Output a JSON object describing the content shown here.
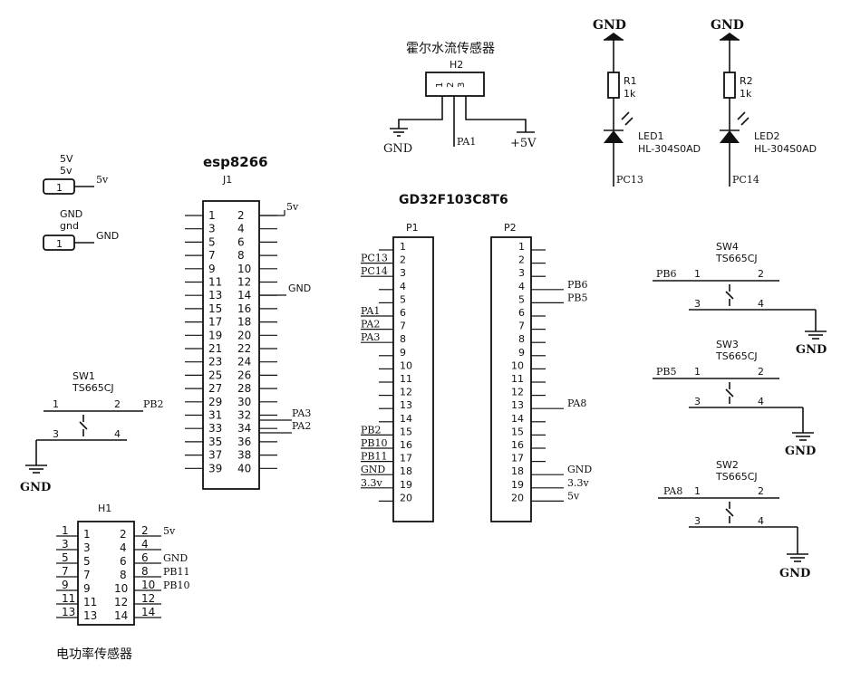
{
  "power": {
    "p5v": {
      "title": "5V",
      "sub": "5v",
      "pin": "1",
      "net": "5v"
    },
    "gnd": {
      "title": "GND",
      "sub": "gnd",
      "pin": "1",
      "net": "GND"
    }
  },
  "esp": {
    "title": "esp8266",
    "ref": "J1",
    "gnd_net": "GND",
    "v5_net": "5v",
    "pa3_net": "PA3",
    "pa2_net": "PA2"
  },
  "mcu": {
    "title": "GD32F103C8T6",
    "p1": "P1",
    "p2": "P2"
  },
  "hall": {
    "title": "霍尔水流传感器",
    "ref": "H2",
    "pins": [
      "1",
      "2",
      "3"
    ],
    "gnd": "GND",
    "pa1": "PA1",
    "v5": "+5V"
  },
  "leds": [
    {
      "gnd": "GND",
      "res": "R1",
      "val": "1k",
      "led": "LED1",
      "part": "HL-304S0AD",
      "net": "PC13"
    },
    {
      "gnd": "GND",
      "res": "R2",
      "val": "1k",
      "led": "LED2",
      "part": "HL-304S0AD",
      "net": "PC14"
    }
  ],
  "switches": [
    {
      "ref": "SW1",
      "part": "TS665CJ",
      "net": "PB2",
      "gnd": "GND"
    },
    {
      "ref": "SW4",
      "part": "TS665CJ",
      "net": "PB6",
      "gnd": "GND"
    },
    {
      "ref": "SW3",
      "part": "TS665CJ",
      "net": "PB5",
      "gnd": "GND"
    },
    {
      "ref": "SW2",
      "part": "TS665CJ",
      "net": "PA8",
      "gnd": "GND"
    }
  ],
  "sw_pins": [
    "1",
    "2",
    "3",
    "4"
  ],
  "h1": {
    "ref": "H1",
    "caption": "电功率传感器"
  },
  "p1_nets": {
    "2": "PC13",
    "3": "PC14",
    "6": "PA1",
    "7": "PA2",
    "8": "PA3",
    "15": "PB2",
    "16": "PB10",
    "17": "PB11",
    "18": "GND",
    "19": "3.3v"
  },
  "p2_nets": {
    "4": "PB6",
    "5": "PB5",
    "13": "PA8",
    "18": "GND",
    "19": "3.3v",
    "20": "5v"
  },
  "h1_nets": {
    "2": "5v",
    "6": "GND",
    "8": "PB11",
    "10": "PB10"
  }
}
